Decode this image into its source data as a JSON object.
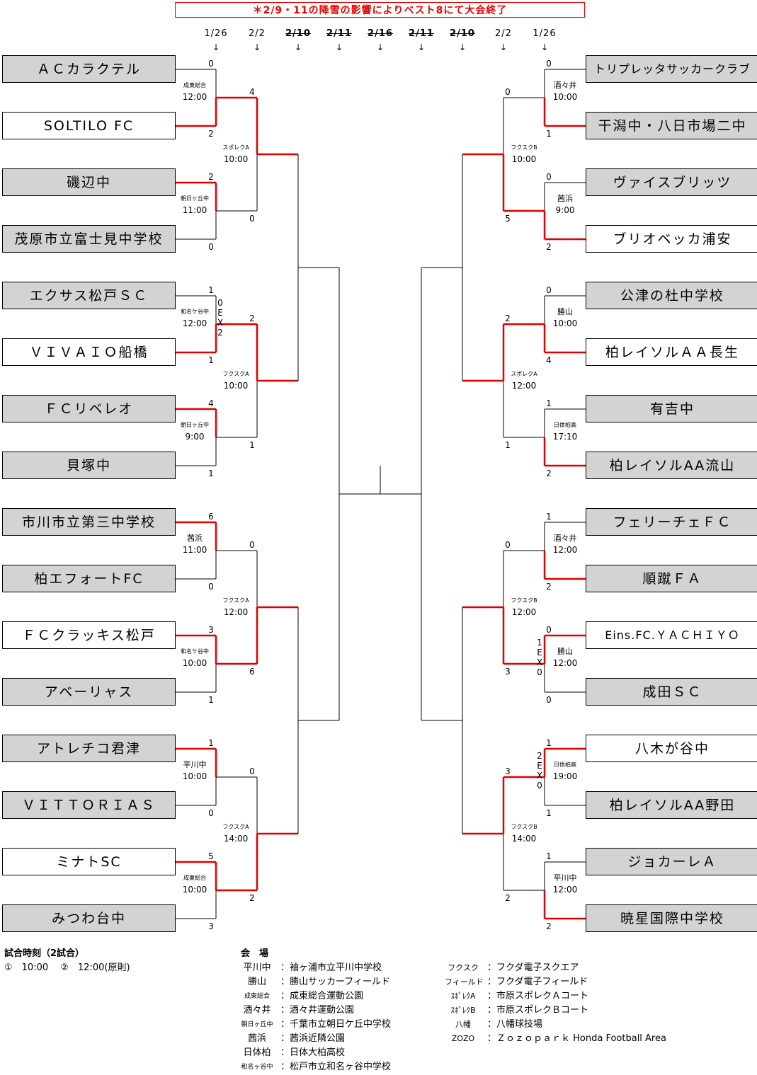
{
  "banner": "＊2/9・11の降雪の影響によりベスト8にて大会終了",
  "dates": [
    "1/26",
    "2/2",
    "2/10",
    "2/11",
    "2/16",
    "2/11",
    "2/10",
    "2/2",
    "1/26"
  ],
  "teams_left": [
    "ＡＣカラクテル",
    "SOLTILO FC",
    "磯辺中",
    "茂原市立富士見中学校",
    "エクサス松戸ＳＣ",
    "ＶＩＶＡＩＯ船橋",
    "ＦＣリベレオ",
    "貝塚中",
    "市川市立第三中学校",
    "柏エフォートFC",
    "ＦＣクラッキス松戸",
    "アベーリャス",
    "アトレチコ君津",
    "ＶＩＴＴＯＲＩＡＳ",
    "ミナトSC",
    "みつわ台中"
  ],
  "teams_right": [
    "トリプレッタサッカークラブ",
    "干潟中・八日市場二中",
    "ヴァイスブリッツ",
    "ブリオベッカ浦安",
    "公津の杜中学校",
    "柏レイソルＡＡ長生",
    "有吉中",
    "柏レイソルAA流山",
    "フェリーチェＦＣ",
    "順蹴ＦＡ",
    "Eins.FC.ＹＡＣＨＩＹＯ",
    "成田ＳＣ",
    "八木が谷中",
    "柏レイソルAA野田",
    "ジョカーレＡ",
    "暁星国際中学校"
  ],
  "r1_left": [
    {
      "venue": "成東総合",
      "time": "12:00",
      "s1": "0",
      "s2": "2"
    },
    {
      "venue": "朝日ヶ丘中",
      "time": "11:00",
      "s1": "2",
      "s2": "0"
    },
    {
      "venue": "和名ケ谷中",
      "time": "12:00",
      "s1": "1",
      "s2": "1",
      "ex": [
        "0",
        "E",
        "X",
        "2"
      ]
    },
    {
      "venue": "朝日ヶ丘中",
      "time": "9:00",
      "s1": "4",
      "s2": "1"
    },
    {
      "venue": "茜浜",
      "time": "11:00",
      "s1": "6",
      "s2": "0"
    },
    {
      "venue": "和名ケ谷中",
      "time": "10:00",
      "s1": "3",
      "s2": "1"
    },
    {
      "venue": "平川中",
      "time": "10:00",
      "s1": "1",
      "s2": "0"
    },
    {
      "venue": "成東総合",
      "time": "10:00",
      "s1": "5",
      "s2": "3"
    }
  ],
  "r1_right": [
    {
      "venue": "酒々井",
      "time": "10:00",
      "s1": "0",
      "s2": "1"
    },
    {
      "venue": "茜浜",
      "time": "9:00",
      "s1": "0",
      "s2": "2"
    },
    {
      "venue": "勝山",
      "time": "10:00",
      "s1": "0",
      "s2": "4"
    },
    {
      "venue": "日体柏高",
      "time": "17:10",
      "s1": "1",
      "s2": "2"
    },
    {
      "venue": "酒々井",
      "time": "12:00",
      "s1": "1",
      "s2": "2"
    },
    {
      "venue": "勝山",
      "time": "12:00",
      "s1": "0",
      "s2": "0",
      "ex": [
        "1",
        "E",
        "X",
        "0"
      ]
    },
    {
      "venue": "日体柏高",
      "time": "19:00",
      "s1": "1",
      "s2": "1",
      "ex": [
        "2",
        "E",
        "X",
        "0"
      ]
    },
    {
      "venue": "平川中",
      "time": "12:00",
      "s1": "1",
      "s2": "2"
    }
  ],
  "r2_left": [
    {
      "venue": "スポレクA",
      "time": "10:00",
      "s1": "4",
      "s2": "0"
    },
    {
      "venue": "フクスクA",
      "time": "10:00",
      "s1": "2",
      "s2": "1"
    },
    {
      "venue": "フクスクA",
      "time": "12:00",
      "s1": "0",
      "s2": "6"
    },
    {
      "venue": "フクスクA",
      "time": "14:00",
      "s1": "0",
      "s2": "2"
    }
  ],
  "r2_right": [
    {
      "venue": "フクスクB",
      "time": "10:00",
      "s1": "0",
      "s2": "5"
    },
    {
      "venue": "スポレクA",
      "time": "12:00",
      "s1": "2",
      "s2": "1"
    },
    {
      "venue": "フクスクB",
      "time": "12:00",
      "s1": "0",
      "s2": "3"
    },
    {
      "venue": "フクスクB",
      "time": "14:00",
      "s1": "3",
      "s2": "2"
    }
  ],
  "footer": {
    "time_title": "試合時刻（2試合）",
    "time_line": "①　10:00　 ②　12:00(原則)",
    "venue_title": "会　場",
    "venues_left": [
      {
        "k": "平川中",
        "v": "：袖ヶ浦市立平川中学校"
      },
      {
        "k": "勝山",
        "v": "：勝山サッカーフィールド"
      },
      {
        "k": "成東総合",
        "v": "：成東総合運動公園"
      },
      {
        "k": "酒々井",
        "v": "：酒々井運動公園"
      },
      {
        "k": "朝日ヶ丘中",
        "v": "：千葉市立朝日ケ丘中学校"
      },
      {
        "k": "茜浜",
        "v": "：茜浜近隣公園"
      },
      {
        "k": "日体柏",
        "v": "：日体大柏高校"
      },
      {
        "k": "和名ヶ谷中",
        "v": "：松戸市立和名ヶ谷中学校"
      }
    ],
    "venues_right": [
      {
        "k": "フクスク",
        "v": "：フクダ電子スクエア"
      },
      {
        "k": "フィールド",
        "v": "：フクダ電子フィールド"
      },
      {
        "k": "ｽﾎﾟﾚｸA",
        "v": "：市原スポレクＡコート"
      },
      {
        "k": "ｽﾎﾟﾚｸB",
        "v": "：市原スポレクＢコート"
      },
      {
        "k": "八幡",
        "v": "：八幡球技場"
      },
      {
        "k": "ZOZO",
        "v": "：Ｚｏｚｏｐａｒｋ Honda Football Area"
      }
    ]
  }
}
